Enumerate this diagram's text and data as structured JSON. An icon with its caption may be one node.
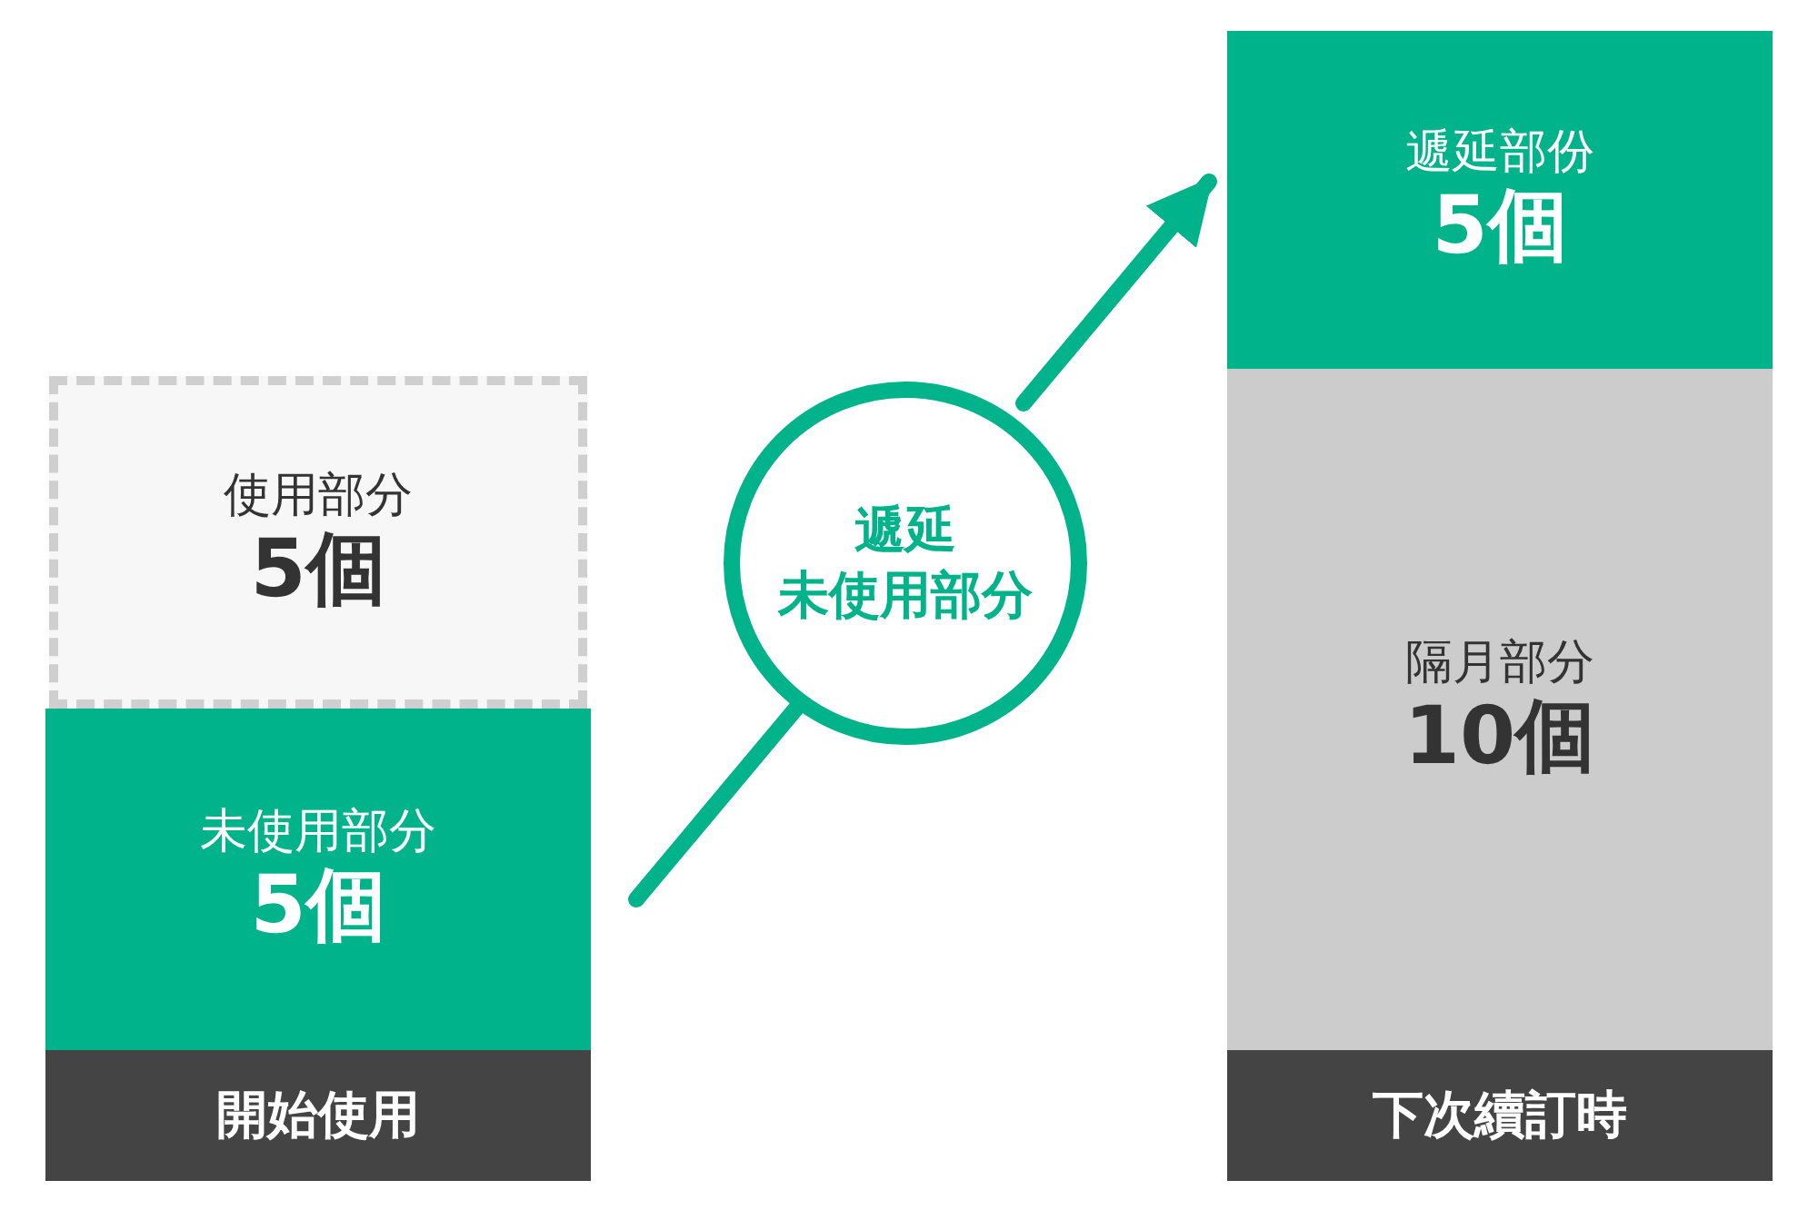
{
  "diagram": {
    "nodes": [
      {
        "text": [
          "使用部分",
          "5個"
        ]
      },
      {
        "text": [
          "未使用部分",
          "5個"
        ]
      },
      {
        "text": [
          "開始使用"
        ]
      },
      {
        "text": [
          "遞延未使用部分"
        ]
      },
      {
        "text": [
          "遞延部份",
          "5個"
        ]
      },
      {
        "text": [
          "隔月部分",
          "10個"
        ]
      },
      {
        "text": [
          "下次續訂時"
        ]
      }
    ],
    "edges": [
      {
        "from": 1,
        "to": 3,
        "arrow": "none"
      },
      {
        "from": 3,
        "to": 4,
        "arrow": "to"
      }
    ]
  }
}
